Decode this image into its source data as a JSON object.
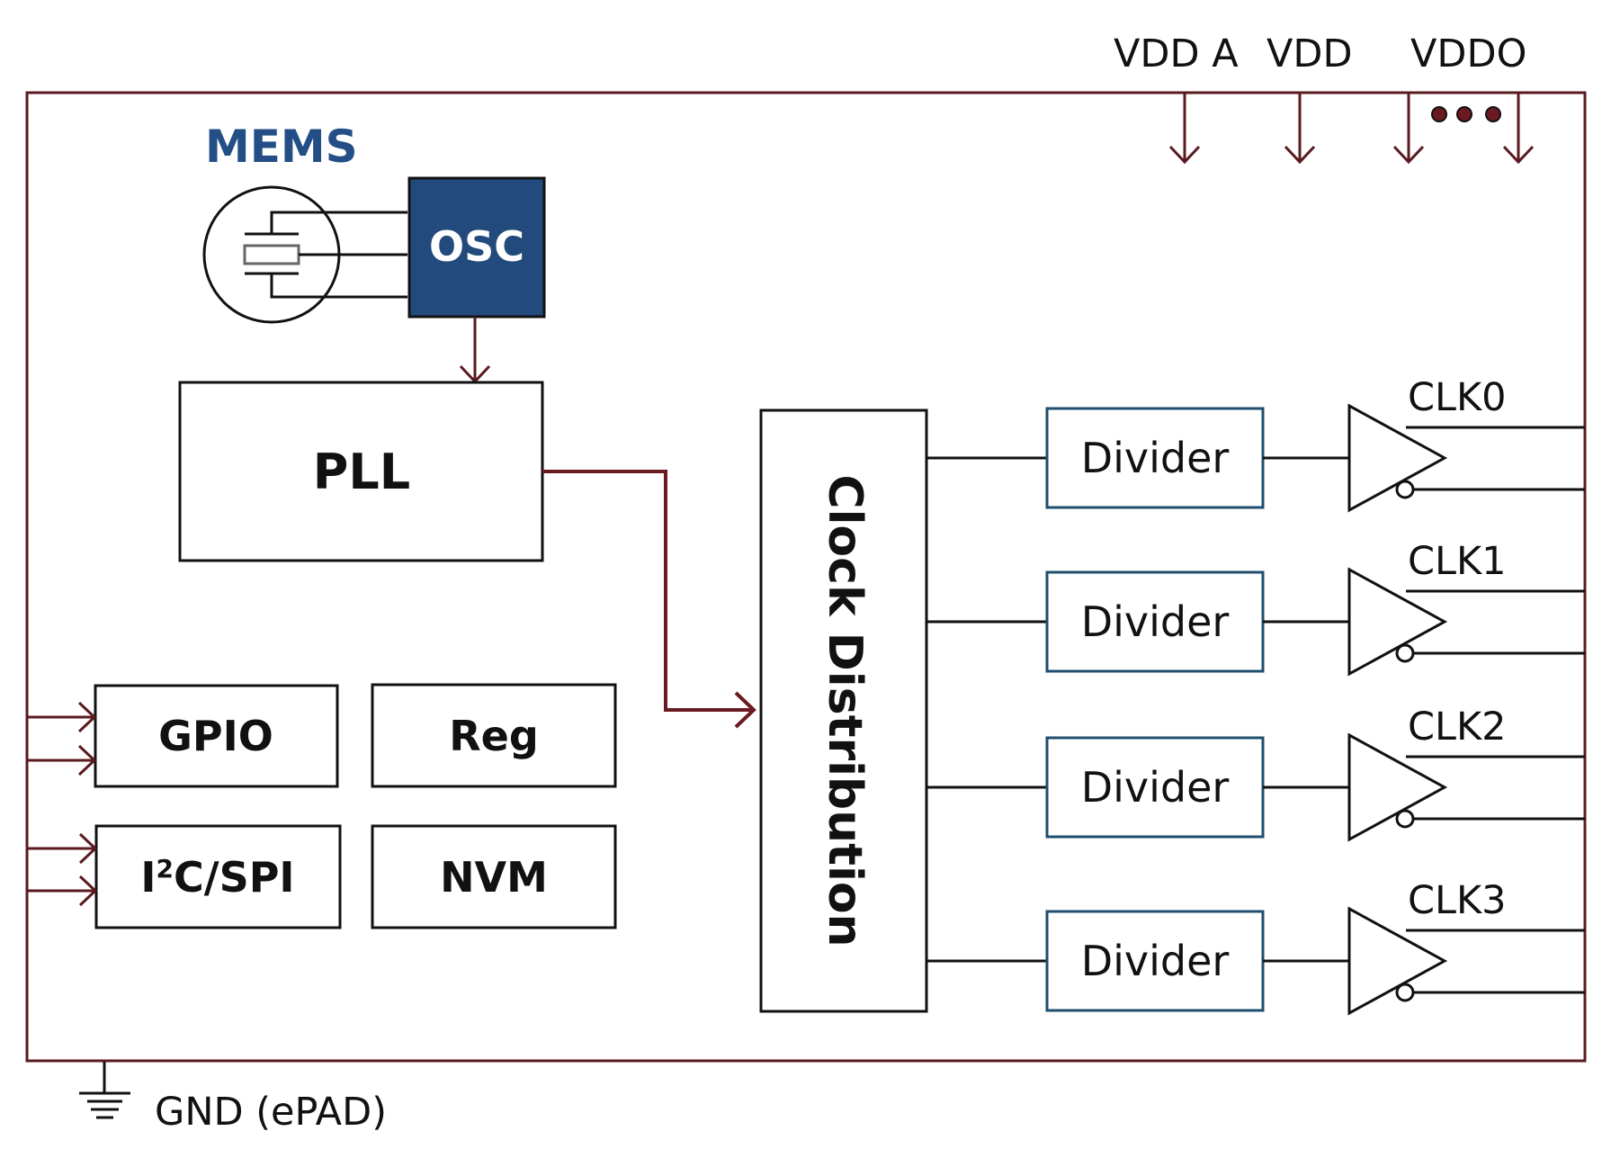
{
  "title": "MEMS Clock Generator Block Diagram",
  "colors": {
    "border": "#5a1a1f",
    "signal": "#6b1a22",
    "osc_fill": "#234a7c",
    "mems_text": "#234f86",
    "divider_border": "#1f4e6e",
    "line": "#000000",
    "text": "#111111"
  },
  "power": {
    "labels": [
      "VDD A",
      "VDD",
      "VDDO"
    ],
    "ellipsis": "•••"
  },
  "mems": {
    "label": "MEMS",
    "osc_label": "OSC"
  },
  "pll": {
    "label": "PLL"
  },
  "control": {
    "gpio": "GPIO",
    "reg": "Reg",
    "i2c_spi_prefix": "I",
    "i2c_spi_sup": "2",
    "i2c_spi_suffix": "C/SPI",
    "nvm": "NVM"
  },
  "clock_distribution": {
    "label": "Clock Distribution"
  },
  "outputs": [
    {
      "divider": "Divider",
      "clk": "CLK0"
    },
    {
      "divider": "Divider",
      "clk": "CLK1"
    },
    {
      "divider": "Divider",
      "clk": "CLK2"
    },
    {
      "divider": "Divider",
      "clk": "CLK3"
    }
  ],
  "ground": {
    "label": "GND (ePAD)"
  }
}
